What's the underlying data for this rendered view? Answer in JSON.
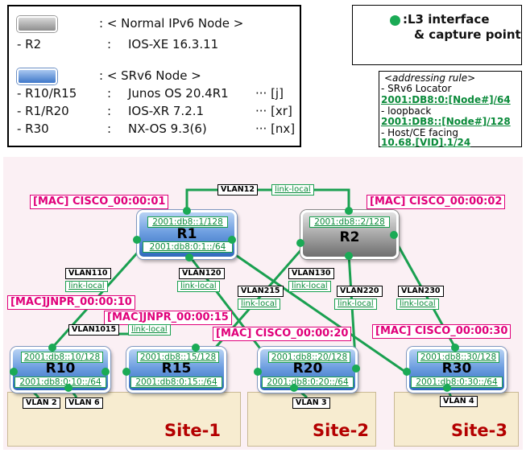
{
  "legend": {
    "normal": {
      "title": ": < Normal IPv6 Node >",
      "rows": [
        {
          "name": "- R2",
          "os": "IOS-XE 16.3.11",
          "tag": ""
        }
      ]
    },
    "srv6": {
      "title": ": < SRv6 Node >",
      "rows": [
        {
          "name": "- R10/R15",
          "sep": ":",
          "os": "Junos OS 20.4R1",
          "tag": "··· [j]"
        },
        {
          "name": "- R1/R20",
          "sep": ":",
          "os": "IOS-XR 7.2.1",
          "tag": "··· [xr]"
        },
        {
          "name": "- R30",
          "sep": ":",
          "os": "NX-OS 9.3(6)",
          "tag": "··· [nx]"
        }
      ]
    },
    "r2_sep": ":"
  },
  "capture": {
    "line1": ":L3 interface",
    "line2": "& capture point",
    "dot_color": "#1aaa55"
  },
  "addressing": {
    "title": "<addressing rule>",
    "items": [
      {
        "label": "- SRv6 Locator",
        "value": "2001:DB8:0:[Node#]/64"
      },
      {
        "label": "- loopback",
        "value": "2001:DB8::[Node#]/128"
      },
      {
        "label": "- Host/CE facing",
        "value": "10.68.[VID].1/24"
      }
    ]
  },
  "routers": {
    "R1": {
      "name": "R1",
      "loopback": "2001:db8::1/128",
      "locator": "2001:db8:0:1::/64"
    },
    "R2": {
      "name": "R2",
      "loopback": "2001:db8::2/128"
    },
    "R10": {
      "name": "R10",
      "loopback": "2001:db8::10/128",
      "locator": "2001:db8:0:10::/64"
    },
    "R15": {
      "name": "R15",
      "loopback": "2001:db8::15/128",
      "locator": "2001:db8:0:15::/64"
    },
    "R20": {
      "name": "R20",
      "loopback": "2001:db8::20/128",
      "locator": "2001:db8:0:20::/64"
    },
    "R30": {
      "name": "R30",
      "loopback": "2001:db8::30/128",
      "locator": "2001:db8:0:30::/64"
    }
  },
  "macs": {
    "r1": "[MAC] CISCO_00:00:01",
    "r2": "[MAC] CISCO_00:00:02",
    "r10": "[MAC]JNPR_00:00:10",
    "r15": "[MAC]JNPR_00:00:15",
    "r20": "[MAC] CISCO_00:00:20",
    "r30": "[MAC] CISCO_00:00:30"
  },
  "links": {
    "vlan12": "VLAN12",
    "vlan110": "VLAN110",
    "vlan120": "VLAN120",
    "vlan130": "VLAN130",
    "vlan215": "VLAN215",
    "vlan220": "VLAN220",
    "vlan230": "VLAN230",
    "vlan1015": "VLAN1015",
    "link_local": "link-local"
  },
  "sites": {
    "site1": {
      "label": "Site-1",
      "vlans": [
        "VLAN 2",
        "VLAN 6"
      ]
    },
    "site2": {
      "label": "Site-2",
      "vlans": [
        "VLAN 3"
      ]
    },
    "site3": {
      "label": "Site-3",
      "vlans": [
        "VLAN 4"
      ]
    }
  },
  "colors": {
    "link": "#1aa050",
    "mac": "#e0007a",
    "site_label": "#b40000",
    "site_fill": "#f7ecd0",
    "diagram_bg": "#fbf0f4"
  }
}
